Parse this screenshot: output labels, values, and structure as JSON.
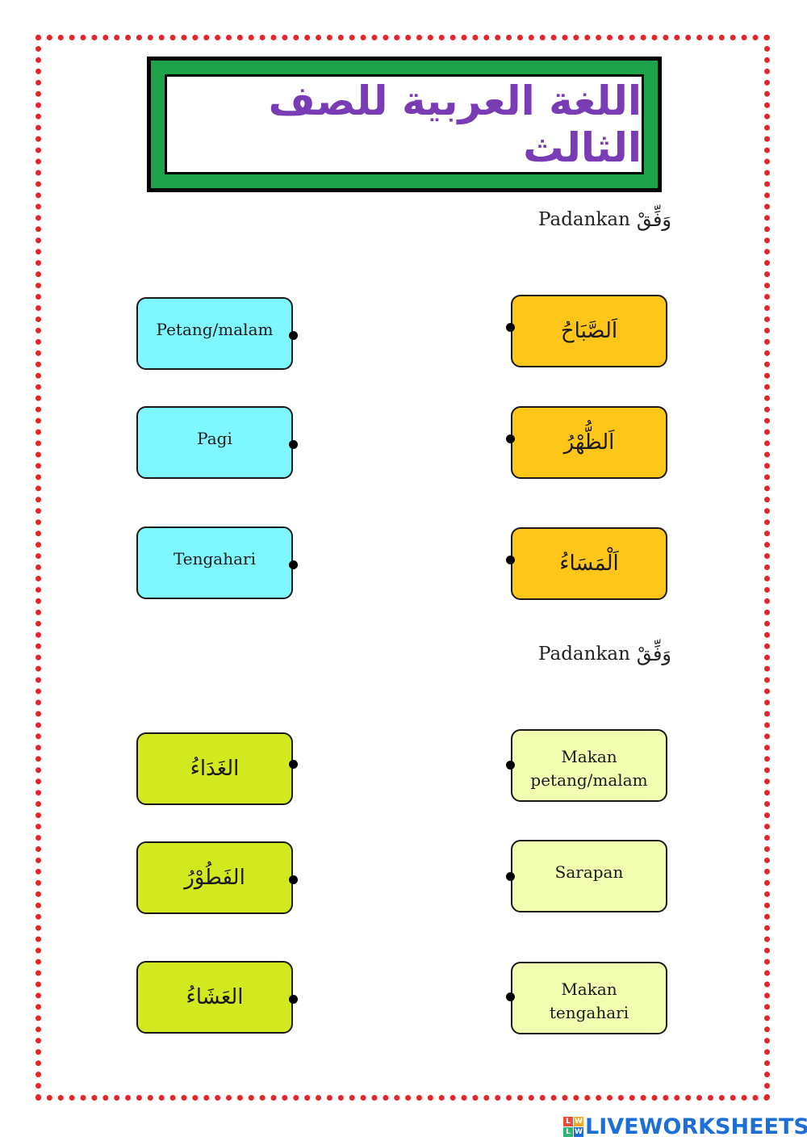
{
  "title": "اللغة العربية للصف الثالث",
  "sections": [
    {
      "instruction": {
        "ar": "وَفِّقْ",
        "ms": "Padankan"
      },
      "left_cards": [
        "Petang/malam",
        "Pagi",
        "Tengahari"
      ],
      "right_cards": [
        "اَلصَّبَاحُ",
        "اَلظُّهْرُ",
        "اَلْمَسَاءُ"
      ]
    },
    {
      "instruction": {
        "ar": "وَفِّقْ",
        "ms": "Padankan"
      },
      "left_cards": [
        "الغَدَاءُ",
        "الفَطُوْرُ",
        "العَشَاءُ"
      ],
      "right_cards": [
        [
          "Makan",
          "petang/malam"
        ],
        [
          "Sarapan"
        ],
        [
          "Makan",
          "tengahari"
        ]
      ]
    }
  ],
  "colors": {
    "border_dots": "#e3262b",
    "title_text": "#7a3cb5",
    "title_green": "#1fa34a",
    "cyan_card": "#7ff7ff",
    "orange_card": "#ffc61a",
    "lime_card": "#d2e81f",
    "pale_card": "#f3ffb0",
    "logo_blue": "#1d6fd6"
  },
  "logo": {
    "badge": [
      "L",
      "W",
      "L",
      "W"
    ],
    "text": "LIVEWORKSHEETS"
  }
}
